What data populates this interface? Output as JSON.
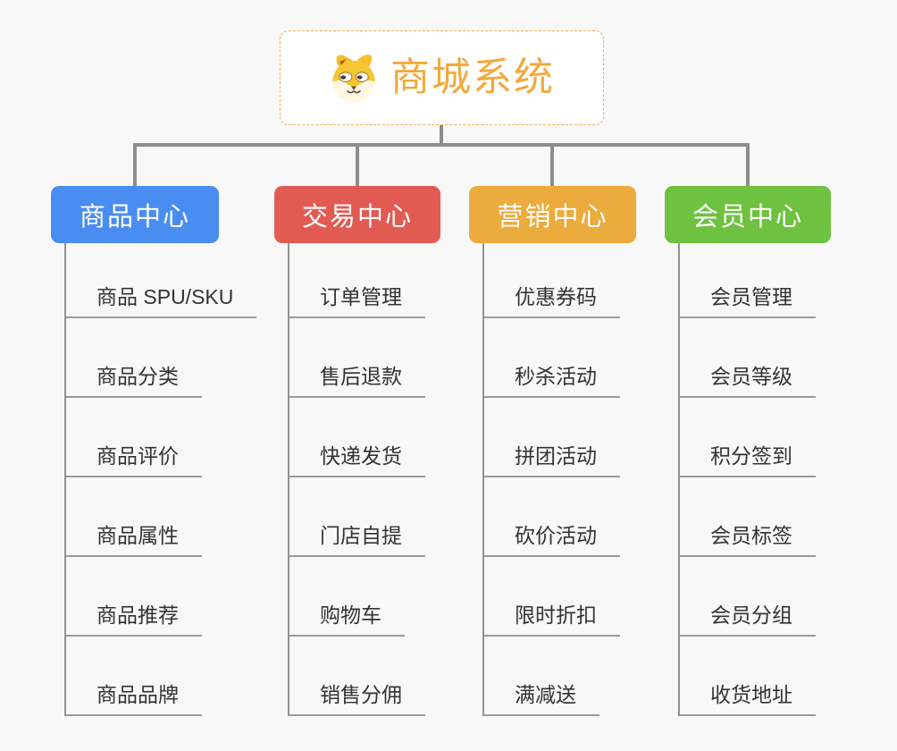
{
  "canvas": {
    "background": "#f8f8f8",
    "connector_color": "#8d8d8d"
  },
  "root": {
    "title": "商城系统",
    "icon": "dog-face",
    "title_color": "#f2a93b",
    "border_color": "#edae55"
  },
  "branches": [
    {
      "label": "商品中心",
      "color": "#4a8df0",
      "children": [
        "商品 SPU/SKU",
        "商品分类",
        "商品评价",
        "商品属性",
        "商品推荐",
        "商品品牌"
      ]
    },
    {
      "label": "交易中心",
      "color": "#e25b53",
      "children": [
        "订单管理",
        "售后退款",
        "快递发货",
        "门店自提",
        "购物车",
        "销售分佣"
      ]
    },
    {
      "label": "营销中心",
      "color": "#ecab3d",
      "children": [
        "优惠券码",
        "秒杀活动",
        "拼团活动",
        "砍价活动",
        "限时折扣",
        "满减送"
      ]
    },
    {
      "label": "会员中心",
      "color": "#6fc140",
      "children": [
        "会员管理",
        "会员等级",
        "积分签到",
        "会员标签",
        "会员分组",
        "收货地址"
      ]
    }
  ]
}
